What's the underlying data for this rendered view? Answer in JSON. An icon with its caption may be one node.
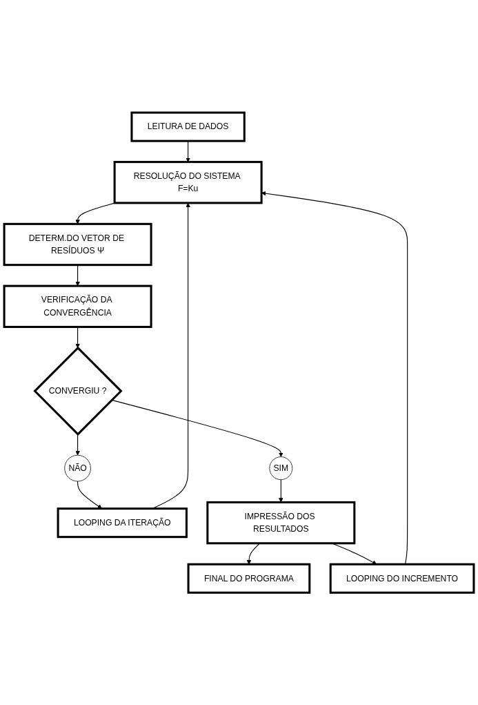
{
  "diagram": {
    "nodes": [
      {
        "text": [
          "LEITURA DE DADOS"
        ]
      },
      {
        "text": [
          "RESOLUÇÃO DO SISTEMA F=Ku"
        ]
      },
      {
        "text": [
          "DETERM.DO VETOR DE RESÍDUOS Ψ"
        ]
      },
      {
        "text": [
          "VERIFICAÇÃO DA CONVERGÊNCIA"
        ]
      },
      {
        "text": [
          "CONVERGIU ?"
        ]
      },
      {
        "text": [
          "NÃO"
        ]
      },
      {
        "text": [
          "LOOPING DA ITERAÇÃO"
        ]
      },
      {
        "text": [
          "SIM"
        ]
      },
      {
        "text": [
          "IMPRESSÃO DOS RESULTADOS"
        ]
      },
      {
        "text": [
          "LOOPING DO INCREMENTO"
        ]
      },
      {
        "text": [
          "FINAL DO PROGRAMA"
        ]
      }
    ],
    "edges": [
      {
        "from": 0,
        "to": 1,
        "arrow": "to"
      },
      {
        "from": 1,
        "to": 2,
        "arrow": "to"
      },
      {
        "from": 2,
        "to": 3,
        "arrow": "to"
      },
      {
        "from": 3,
        "to": 4,
        "arrow": "to"
      },
      {
        "from": 4,
        "to": 5,
        "arrow": "to"
      },
      {
        "from": 5,
        "to": 6,
        "arrow": "to"
      },
      {
        "from": 6,
        "to": 1,
        "arrow": "to"
      },
      {
        "from": 4,
        "to": 7,
        "arrow": "to"
      },
      {
        "from": 7,
        "to": 8,
        "arrow": "to"
      },
      {
        "from": 8,
        "to": 10,
        "arrow": "to"
      },
      {
        "from": 8,
        "to": 9,
        "arrow": "to"
      },
      {
        "from": 9,
        "to": 1,
        "arrow": "to"
      }
    ]
  }
}
